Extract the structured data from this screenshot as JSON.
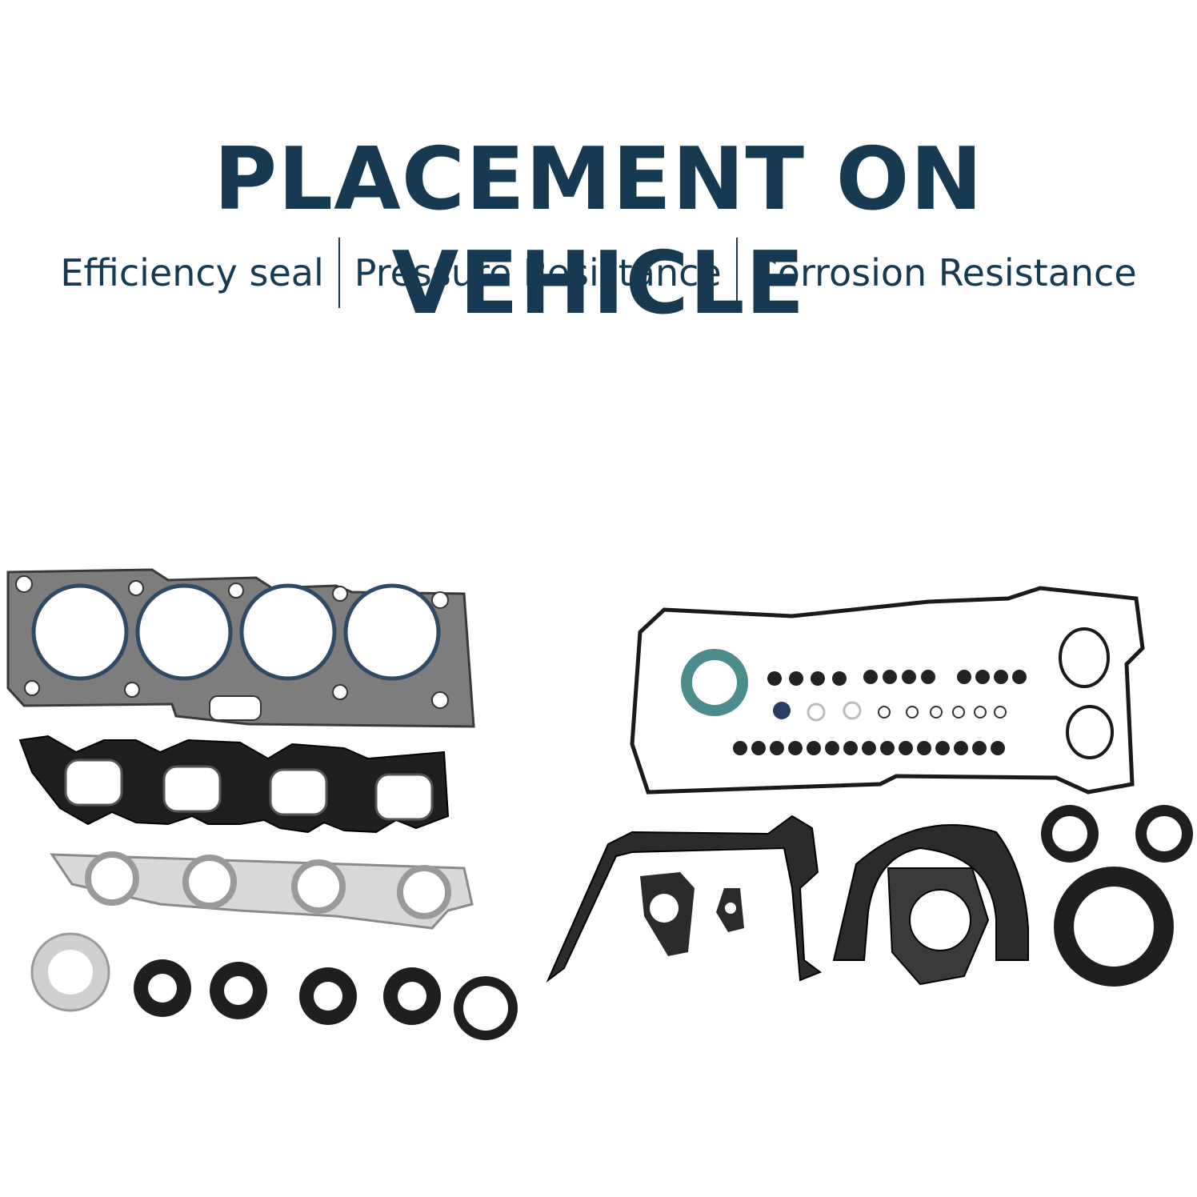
{
  "title": "PLACEMENT ON VEHICLE",
  "features": [
    "Efficiency seal",
    "Pressure Resistance",
    "Corrosion Resistance"
  ],
  "colors": {
    "heading": "#163a52",
    "background": "#ffffff",
    "gasket_dark": "#2b2b2b",
    "gasket_gray": "#8a8a8a",
    "gasket_silver": "#d9d9d9",
    "seal_teal": "#4d8c8c"
  },
  "illustration": {
    "items": [
      "head-gasket",
      "intake-manifold-gasket",
      "exhaust-manifold-gasket",
      "exhaust-ring",
      "oil-seals",
      "valve-cover-gasket",
      "valve-stem-seals",
      "timing-cover-gasket",
      "rear-main-seal-retainer-gasket",
      "crankshaft-seals"
    ]
  }
}
